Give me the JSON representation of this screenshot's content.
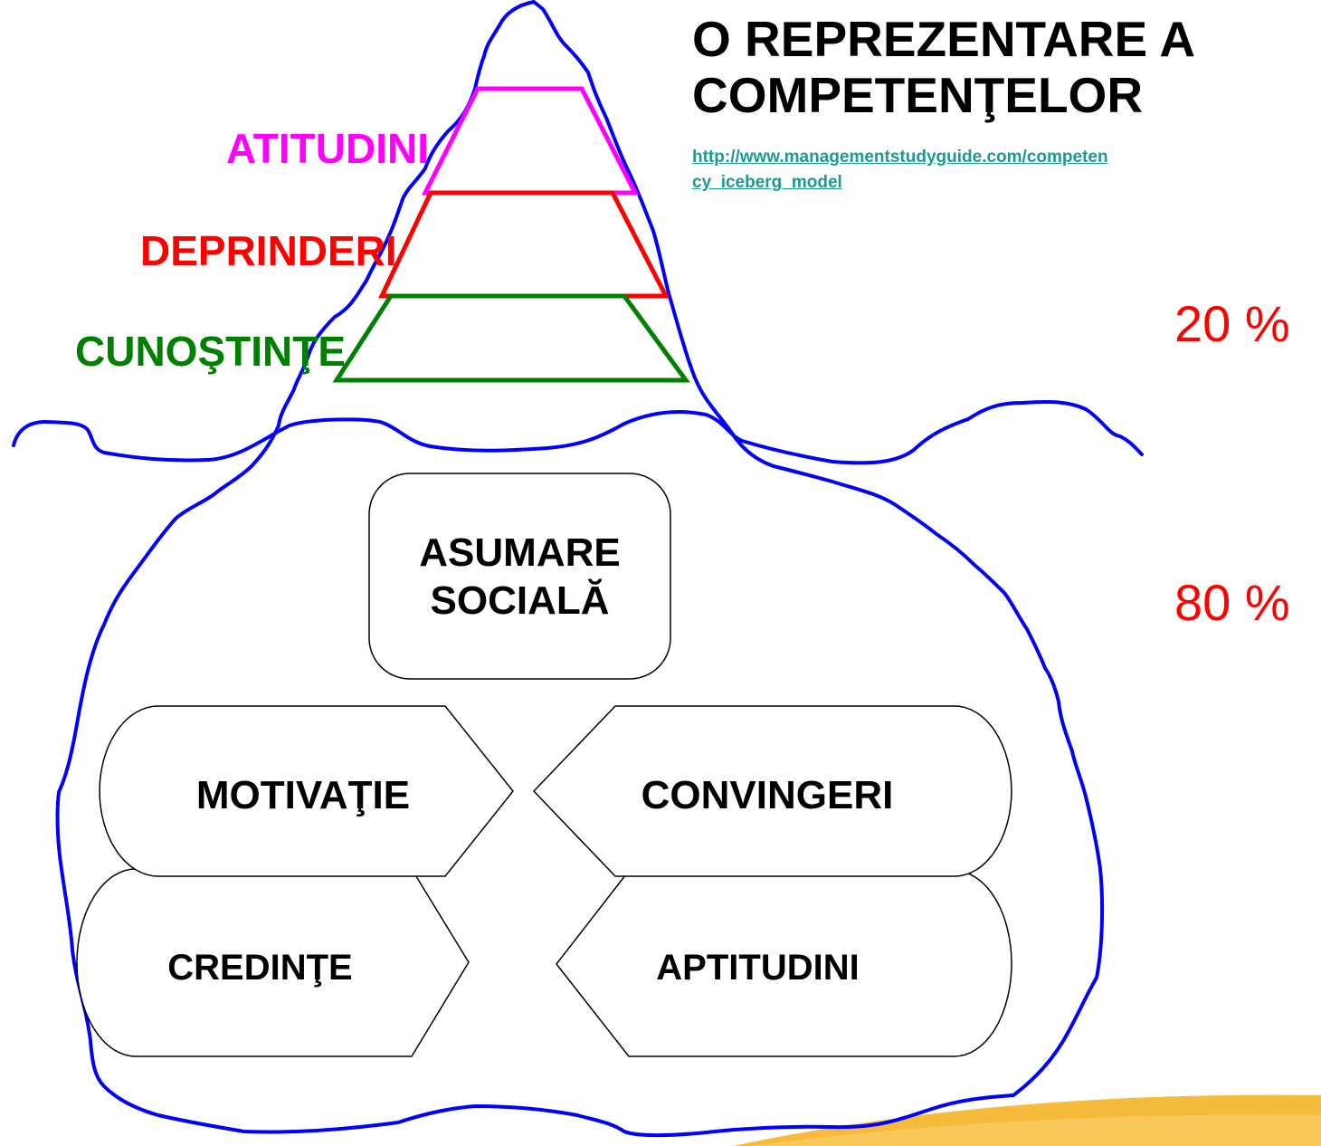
{
  "title": {
    "line1": "O REPREZENTARE A",
    "line2": "COMPETENŢELOR",
    "link_line1": "http://www.managementstudyguide.com/competen",
    "link_line2": "cy_iceberg_model"
  },
  "visible_tiers": {
    "attitudes": "ATITUDINI",
    "skills": "DEPRINDERI",
    "knowledge": "CUNOŞTINŢE"
  },
  "percentages": {
    "above_water": "20 %",
    "below_water": "80 %"
  },
  "hidden_elements": {
    "social_role": {
      "line1": "ASUMARE",
      "line2": "SOCIALĂ"
    },
    "motivation": "MOTIVAŢIE",
    "convictions": "CONVINGERI",
    "beliefs": "CREDINŢE",
    "aptitudes": "APTITUDINI"
  },
  "colors": {
    "outline": "#0000ff",
    "attitudes": "#ff00ff",
    "skills": "#ff0000",
    "knowledge": "#008000",
    "link": "#1a9a93",
    "percent": "#ff0000",
    "corner_accent": "#f5b72f"
  }
}
